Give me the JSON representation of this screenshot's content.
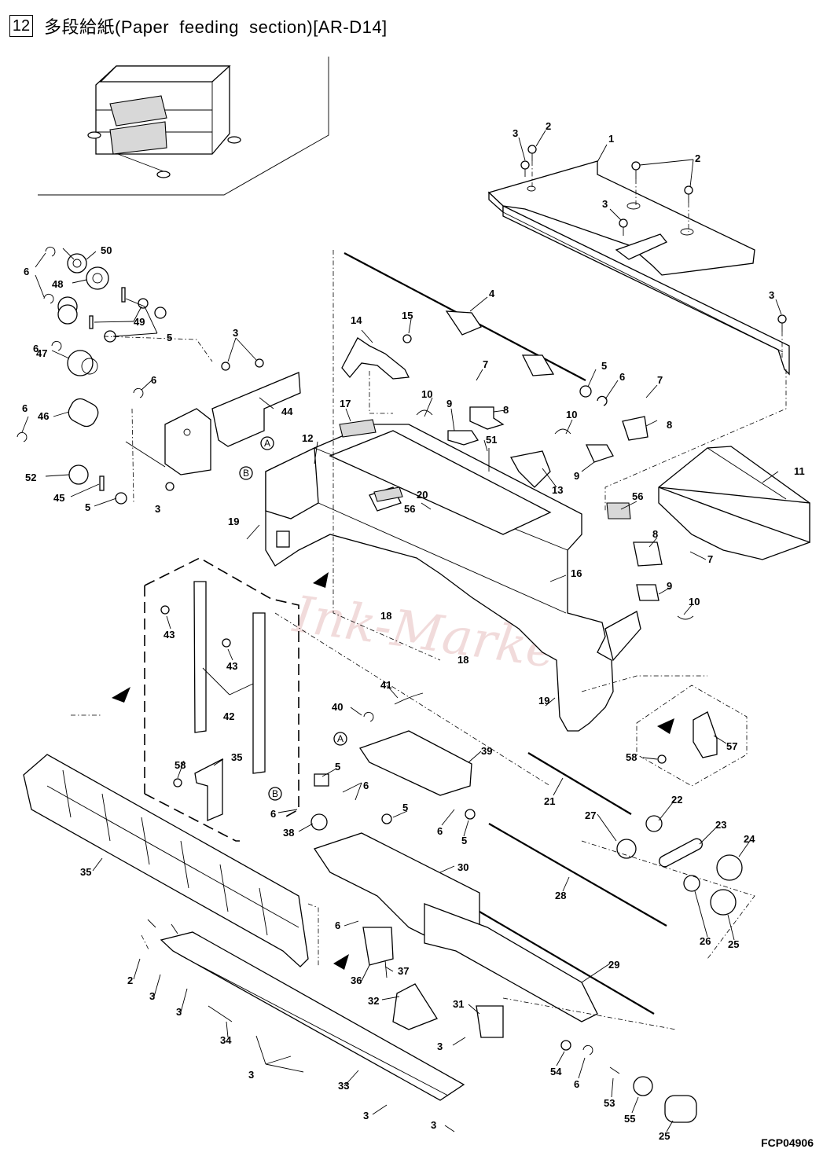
{
  "header": {
    "section_number": "12",
    "title": "多段給紙(Paper  feeding  section)[AR-D14]"
  },
  "figure_code": "FCP04906",
  "watermark": "Ink-Market",
  "callouts": {
    "c1": "1",
    "c2a": "2",
    "c2b": "2",
    "c2c": "2",
    "c3a": "3",
    "c3b": "3",
    "c3c": "3",
    "c3d": "3",
    "c3e": "3",
    "c3f": "3",
    "c3g": "3",
    "c3h": "3",
    "c3i": "3",
    "c3j": "3",
    "c3k": "3",
    "c4": "4",
    "c5a": "5",
    "c5b": "5",
    "c5c": "5",
    "c5d": "5",
    "c5e": "5",
    "c5f": "5",
    "c6a": "6",
    "c6b": "6",
    "c6c": "6",
    "c6d": "6",
    "c6e": "6",
    "c6f": "6",
    "c6g": "6",
    "c6h": "6",
    "c6i": "6",
    "c7a": "7",
    "c7b": "7",
    "c7c": "7",
    "c8a": "8",
    "c8b": "8",
    "c8c": "8",
    "c9a": "9",
    "c9b": "9",
    "c9c": "9",
    "c10a": "10",
    "c10b": "10",
    "c10c": "10",
    "c11": "11",
    "c12": "12",
    "c13": "13",
    "c14": "14",
    "c15": "15",
    "c16": "16",
    "c17": "17",
    "c18a": "18",
    "c18b": "18",
    "c19a": "19",
    "c19b": "19",
    "c20": "20",
    "c21": "21",
    "c22": "22",
    "c23": "23",
    "c24": "24",
    "c25a": "25",
    "c25b": "25",
    "c26": "26",
    "c27": "27",
    "c28": "28",
    "c29": "29",
    "c30": "30",
    "c31": "31",
    "c32": "32",
    "c33": "33",
    "c34": "34",
    "c35a": "35",
    "c35b": "35",
    "c36": "36",
    "c37": "37",
    "c38": "38",
    "c39": "39",
    "c40": "40",
    "c41": "41",
    "c42": "42",
    "c43a": "43",
    "c43b": "43",
    "c44": "44",
    "c45": "45",
    "c46": "46",
    "c47": "47",
    "c48": "48",
    "c49": "49",
    "c50": "50",
    "c51": "51",
    "c52": "52",
    "c53": "53",
    "c54": "54",
    "c55": "55",
    "c56a": "56",
    "c56b": "56",
    "c57": "57",
    "c58a": "58",
    "c58b": "58",
    "refA1": "A",
    "refA2": "A",
    "refB1": "B",
    "refB2": "B"
  }
}
